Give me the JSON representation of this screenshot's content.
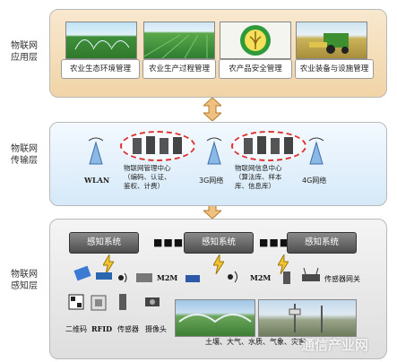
{
  "layers": {
    "app": {
      "label_line1": "物联网",
      "label_line2": "应用层"
    },
    "transport": {
      "label_line1": "物联网",
      "label_line2": "传输层"
    },
    "perception": {
      "label_line1": "物联网",
      "label_line2": "感知层"
    }
  },
  "application": {
    "boxes": [
      "农业生态环境管理",
      "农业生产过程管理",
      "农产品安全管理",
      "农业装备与设施管理"
    ]
  },
  "transport": {
    "wlan": "WLAN",
    "net3g": "3G网络",
    "net4g": "4G网络",
    "center1_line1": "物联网管理中心",
    "center1_line2": "（编码、认证、",
    "center1_line3": "鉴权、计费）",
    "center2_line1": "物联网信息中心",
    "center2_line2": "（算法库、样本",
    "center2_line3": "库、信息库）"
  },
  "perception": {
    "systems": [
      "感知系统",
      "感知系统",
      "感知系统"
    ],
    "ellipsis": "■■■",
    "m2m_left": "M2M",
    "m2m_right": "M2M",
    "gateway": "传感器网关",
    "qrcode": "二维码",
    "rfid": "RFID",
    "sensor": "传感器",
    "camera": "摄像头",
    "env": "土壤、大气、水质、气象、灾害",
    "watermark": "通信产业网"
  },
  "colors": {
    "app_panel": "#f1d4a6",
    "transport_panel": "#d5e9f8",
    "perception_panel": "#dedede",
    "arrow": "#f0c080",
    "cluster_border": "#d33333"
  }
}
